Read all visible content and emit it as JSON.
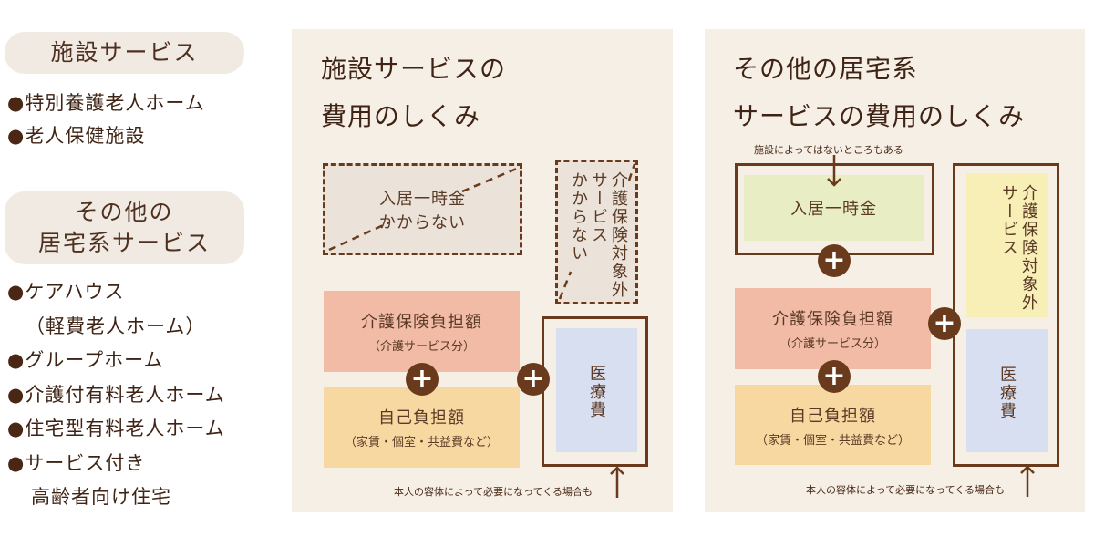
{
  "sidebar": {
    "facility_heading": "施設サービス",
    "facility_items": [
      "特別養護老人ホーム",
      "老人保健施設"
    ],
    "home_heading_line1": "その他の",
    "home_heading_line2": "居宅系サービス",
    "home_items": [
      {
        "line1": "ケアハウス",
        "line2": "（軽費老人ホーム）"
      },
      {
        "line1": "グループホーム"
      },
      {
        "line1": "介護付有料老人ホーム"
      },
      {
        "line1": "住宅型有料老人ホーム"
      },
      {
        "line1": "サービス付き",
        "line2": "高齢者向け住宅"
      }
    ],
    "bullet": "●"
  },
  "panel1": {
    "title": "施設サービスの\n費用のしくみ",
    "entry_fee": {
      "line1": "入居一時金",
      "line2": "かからない"
    },
    "non_covered": "介護保険対象外\nサービス\nかからない",
    "care_insurance": {
      "main": "介護保険負担額",
      "sub": "（介護サービス分）"
    },
    "self_pay": {
      "main": "自己負担額",
      "sub": "（家賃・個室・共益費など）"
    },
    "medical": "医療費",
    "medical_note": "本人の容体によって必要になってくる場合も",
    "plus": "+"
  },
  "panel2": {
    "title": "その他の居宅系\nサービスの費用のしくみ",
    "entry_note": "施設によってはないところもある",
    "entry_fee": "入居一時金",
    "care_insurance": {
      "main": "介護保険負担額",
      "sub": "（介護サービス分）"
    },
    "self_pay": {
      "main": "自己負担額",
      "sub": "（家賃・個室・共益費など）"
    },
    "non_covered": "介護保険対象外\nサービス",
    "medical": "医療費",
    "medical_note": "本人の容体によって必要になってくる場合も",
    "plus": "+"
  }
}
